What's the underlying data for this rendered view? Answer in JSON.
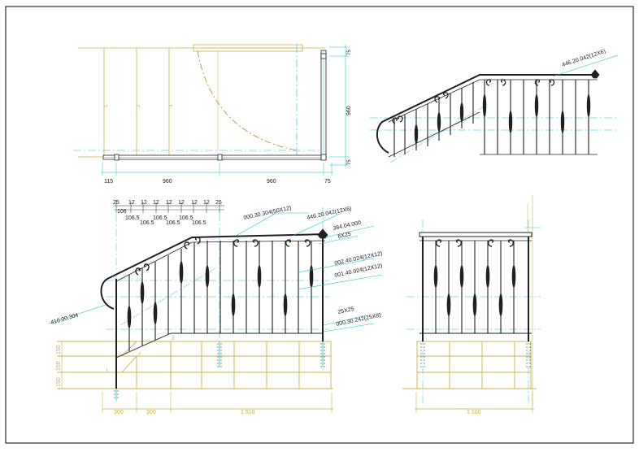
{
  "colors": {
    "frame": "#000000",
    "gold": "#c8b04a",
    "cyan": "#19c3cf",
    "dark": "#202020",
    "arc": "#d08a22",
    "paper": "#ffffff"
  },
  "plan": {
    "steps": [
      "1",
      "2",
      "3"
    ],
    "dims_bottom": [
      "115",
      "960",
      "960",
      "75"
    ],
    "dims_right": [
      "75",
      "960",
      "75"
    ]
  },
  "front": {
    "top_dims": [
      "25",
      "12",
      "12",
      "12",
      "12",
      "12",
      "12",
      "12",
      "25"
    ],
    "top_dims_row2": [
      "106",
      "106.5",
      "106.5",
      "106.5",
      "106.5",
      "106.5",
      "106.5"
    ],
    "heights": [
      "150",
      "150",
      "150"
    ],
    "bottom_dims": [
      "300",
      "300",
      "1 510"
    ],
    "step_labels": [
      "1",
      "2",
      "3"
    ],
    "callouts": {
      "c1": "000.30.304(50X12)",
      "c2": "446.20.042(12X6)",
      "c3": "384.04.000",
      "c4": "6X25",
      "c5": "002.40.024(12X12)",
      "c6": "001.40.024(12X12)",
      "c7": "25X25",
      "c8": "000.30.242(25X8)",
      "c9": "410.00.304"
    }
  },
  "iso": {
    "callout": "446.20.042(12X6)"
  },
  "side": {
    "bottom_dim": "1 100"
  }
}
